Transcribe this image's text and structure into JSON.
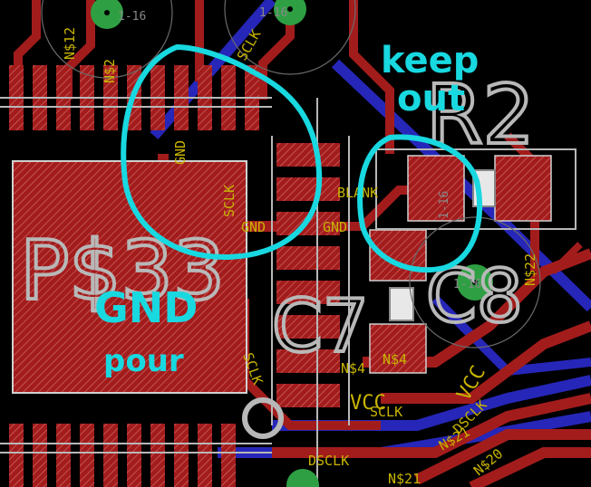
{
  "view": "PCB layout editor - top copper layer",
  "colors": {
    "background": "#000000",
    "top_copper": "#a31c1c",
    "bottom_copper": "#2626b8",
    "silkscreen": "#b8b8b8",
    "labels": "#c8b400",
    "vias": "#2ea043",
    "annotation": "#18d8e0"
  },
  "silkscreen_labels": {
    "part_left": "P$33",
    "part_right": "R2",
    "part_center": "C7",
    "part_right_lower": "C8"
  },
  "net_labels": {
    "top_left_1": "N$12",
    "top_left_2": "N$2",
    "top_center": "SCLK",
    "gnd_vertical": "GND",
    "sclk_vertical": "SCLK",
    "gnd_horizontal_1": "GND",
    "gnd_horizontal_2": "GND",
    "blank": "BLANK",
    "n4_left": "N$4",
    "n4_right": "N$4",
    "vcc_bottom": "VCC",
    "vcc_right": "VCC",
    "sclk_bottom_center": "SCLK",
    "sclk_left_bottom": "SCLK",
    "dsclk_bottom": "DSCLK",
    "dsclk_right": "DSCLK",
    "n21_bottom": "N$21",
    "n21_right": "N$21",
    "n20_right": "N$20",
    "n22_right": "N$22",
    "via_label_top_left": "1-16",
    "via_label_top_mid": "1-16",
    "via_label_right": "1-16",
    "via_label_small": "1-16"
  },
  "annotations": {
    "gnd_pour_line1": "GND",
    "gnd_pour_line2": "pour",
    "keep_out_line1": "keep",
    "keep_out_line2": "out"
  }
}
